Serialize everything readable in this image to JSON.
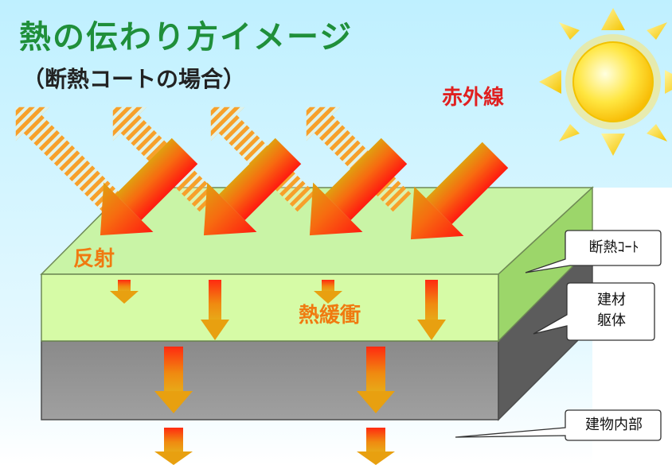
{
  "title": "熱の伝わり方イメージ",
  "subtitle": "（断熱コートの場合）",
  "infrared_label": "赤外線",
  "reflection_label": "反射",
  "heat_buffer_label": "熱緩衝",
  "callouts": {
    "coat": "断熱ｺｰﾄ",
    "material_line1": "建材",
    "material_line2": "躯体",
    "interior": "建物内部"
  },
  "colors": {
    "sky_top": "#bff0ff",
    "coat_top": "#c9f4a6",
    "coat_front": "#d6fba6",
    "building_front": "#8c8c8c",
    "title_green": "#1f8f3a",
    "label_red": "#e02020",
    "label_orange": "#f07a10"
  }
}
